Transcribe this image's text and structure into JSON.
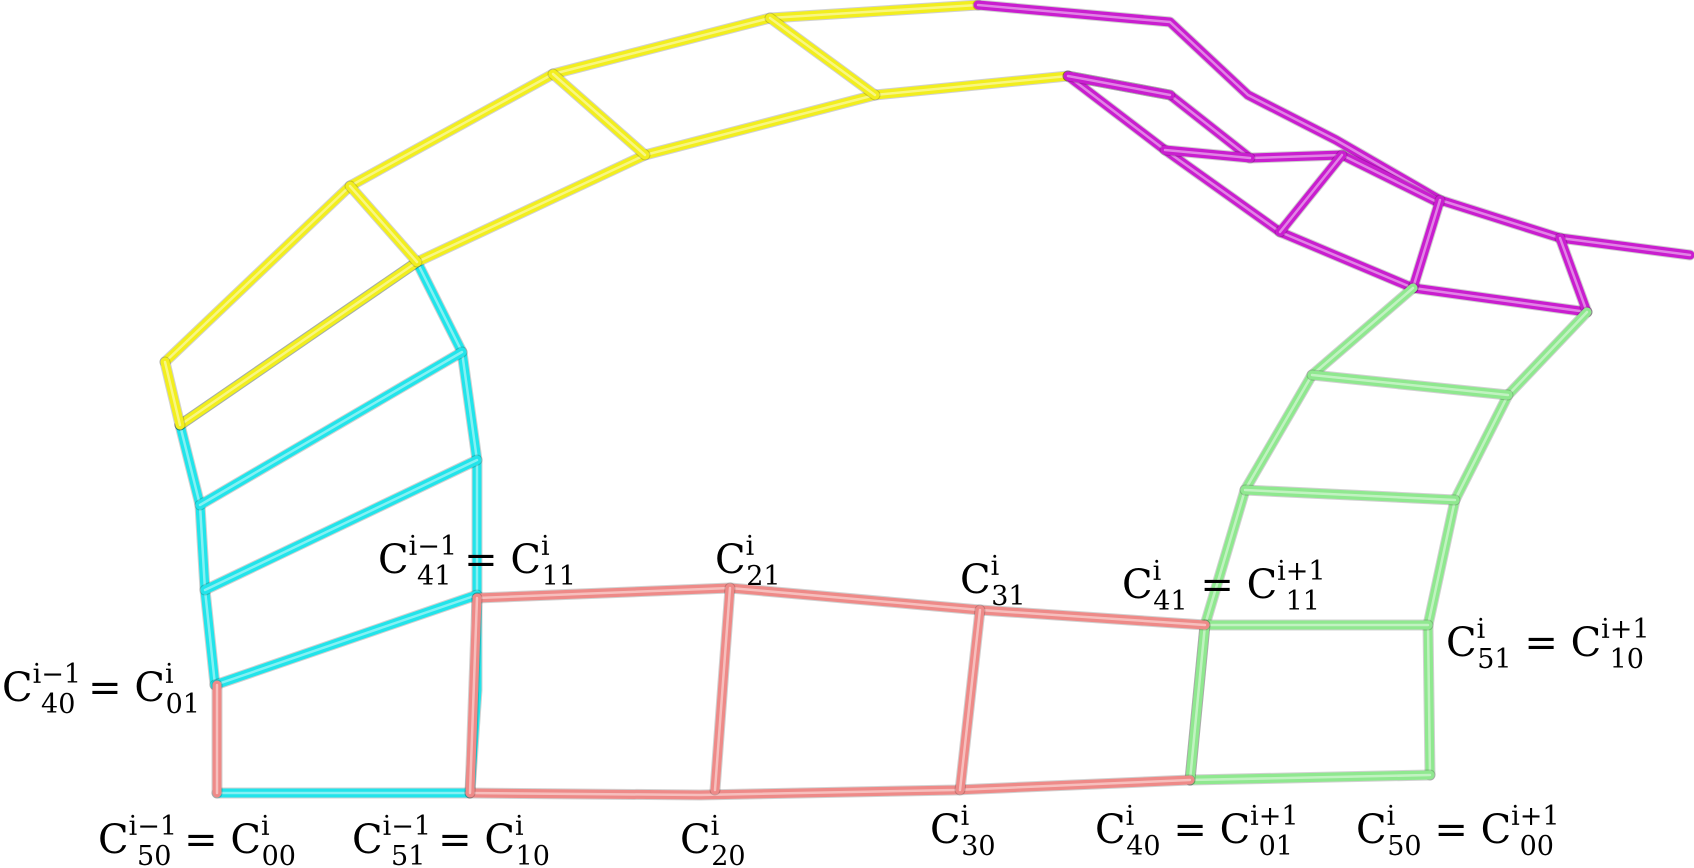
{
  "diagram": {
    "patches": [
      {
        "id": "cyan",
        "color": "#22e4ea"
      },
      {
        "id": "yellow",
        "color": "#f2ee1e"
      },
      {
        "id": "magenta",
        "color": "#c91ecf"
      },
      {
        "id": "green",
        "color": "#8fe88f"
      },
      {
        "id": "salmon",
        "color": "#ee8a88"
      }
    ],
    "labels": {
      "c50m_c00": {
        "lhs_main": "C",
        "lhs_sup": "i−1",
        "lhs_sub": "50",
        "eq": " = ",
        "rhs_main": "C",
        "rhs_sup": "i",
        "rhs_sub": "00"
      },
      "c51m_c10": {
        "lhs_main": "C",
        "lhs_sup": "i−1",
        "lhs_sub": "51",
        "eq": " = ",
        "rhs_main": "C",
        "rhs_sup": "i",
        "rhs_sub": "10"
      },
      "c20": {
        "main": "C",
        "sup": "i",
        "sub": "20"
      },
      "c30": {
        "main": "C",
        "sup": "i",
        "sub": "30"
      },
      "c40_c01p": {
        "lhs_main": "C",
        "lhs_sup": "i",
        "lhs_sub": "40",
        "eq": " = ",
        "rhs_main": "C",
        "rhs_sup": "i+1",
        "rhs_sub": "01"
      },
      "c50_c00p": {
        "lhs_main": "C",
        "lhs_sup": "i",
        "lhs_sub": "50",
        "eq": " = ",
        "rhs_main": "C",
        "rhs_sup": "i+1",
        "rhs_sub": "00"
      },
      "c40m_c01": {
        "lhs_main": "C",
        "lhs_sup": "i−1",
        "lhs_sub": "40",
        "eq": " = ",
        "rhs_main": "C",
        "rhs_sup": "i",
        "rhs_sub": "01"
      },
      "c41m_c11": {
        "lhs_main": "C",
        "lhs_sup": "i−1",
        "lhs_sub": "41",
        "eq": " = ",
        "rhs_main": "C",
        "rhs_sup": "i",
        "rhs_sub": "11"
      },
      "c21": {
        "main": "C",
        "sup": "i",
        "sub": "21"
      },
      "c31": {
        "main": "C",
        "sup": "i",
        "sub": "31"
      },
      "c41_c11p": {
        "lhs_main": "C",
        "lhs_sup": "i",
        "lhs_sub": "41",
        "eq": " = ",
        "rhs_main": "C",
        "rhs_sup": "i+1",
        "rhs_sub": "11"
      },
      "c51_c10p": {
        "lhs_main": "C",
        "lhs_sup": "i",
        "lhs_sub": "51",
        "eq": " = ",
        "rhs_main": "C",
        "rhs_sup": "i+1",
        "rhs_sub": "10"
      }
    }
  }
}
